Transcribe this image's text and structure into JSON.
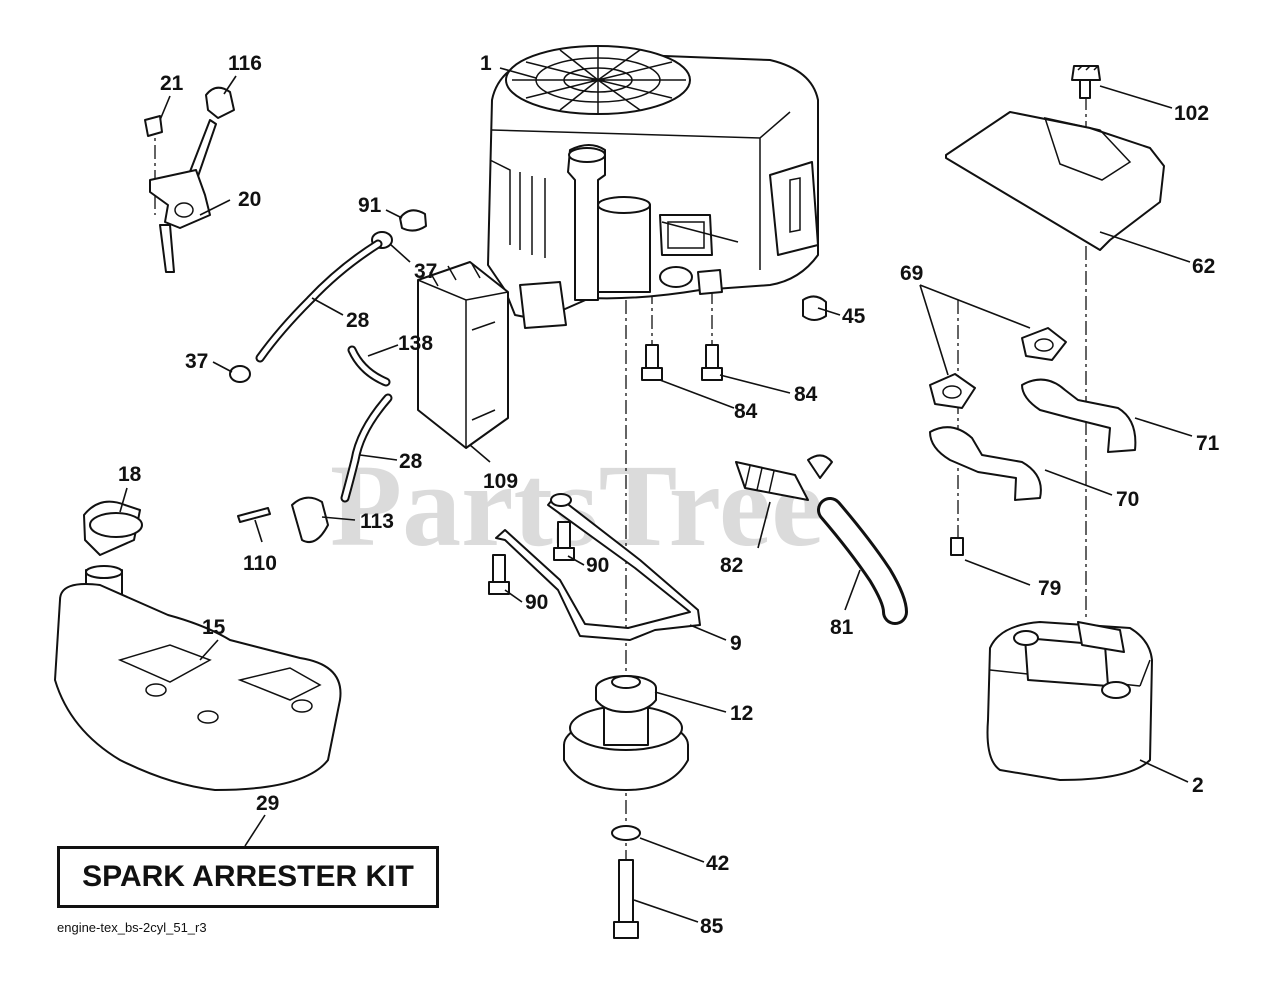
{
  "watermark": "PartsTree",
  "diagram_id": "engine-tex_bs-2cyl_51_r3",
  "kit_label": "SPARK ARRESTER KIT",
  "callouts": {
    "c1": "1",
    "c116": "116",
    "c21": "21",
    "c20": "20",
    "c91": "91",
    "c37a": "37",
    "c28a": "28",
    "c138": "138",
    "c37b": "37",
    "c28b": "28",
    "c109": "109",
    "c113": "113",
    "c110": "110",
    "c18": "18",
    "c15": "15",
    "c29": "29",
    "c45": "45",
    "c84a": "84",
    "c84b": "84",
    "c90a": "90",
    "c90b": "90",
    "c9": "9",
    "c12": "12",
    "c42": "42",
    "c85": "85",
    "c82": "82",
    "c81": "81",
    "c102": "102",
    "c62": "62",
    "c69": "69",
    "c71": "71",
    "c70": "70",
    "c79": "79",
    "c2": "2"
  }
}
